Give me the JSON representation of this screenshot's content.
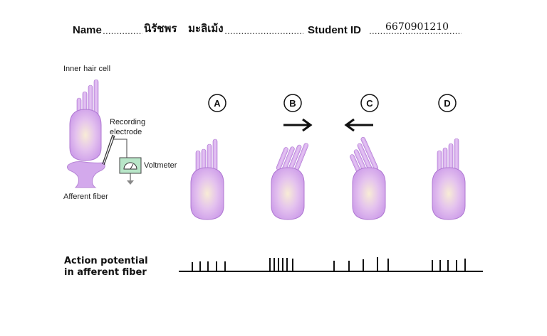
{
  "header": {
    "name_label": "Name",
    "name_value": "นิรัชพร   มะลิเม้ง",
    "student_id_label": "Student ID",
    "student_id_value": "6670901210"
  },
  "diagram": {
    "inner_hair_cell_label": "Inner hair cell",
    "recording_electrode_label": "Recording\nelectrode",
    "voltmeter_label": "Voltmeter",
    "afferent_fiber_label": "Afferent fiber",
    "panels": [
      {
        "letter": "A",
        "arrow": "none"
      },
      {
        "letter": "B",
        "arrow": "right"
      },
      {
        "letter": "C",
        "arrow": "left"
      },
      {
        "letter": "D",
        "arrow": "none"
      }
    ],
    "action_potential_label_line1": "Action potential",
    "action_potential_label_line2": "in afferent fiber",
    "colors": {
      "cell_fill": "#d6a8ec",
      "cell_core": "#f8ecd6",
      "cell_stroke": "#b07ad2",
      "voltmeter_fill": "#b8e6c8"
    }
  }
}
